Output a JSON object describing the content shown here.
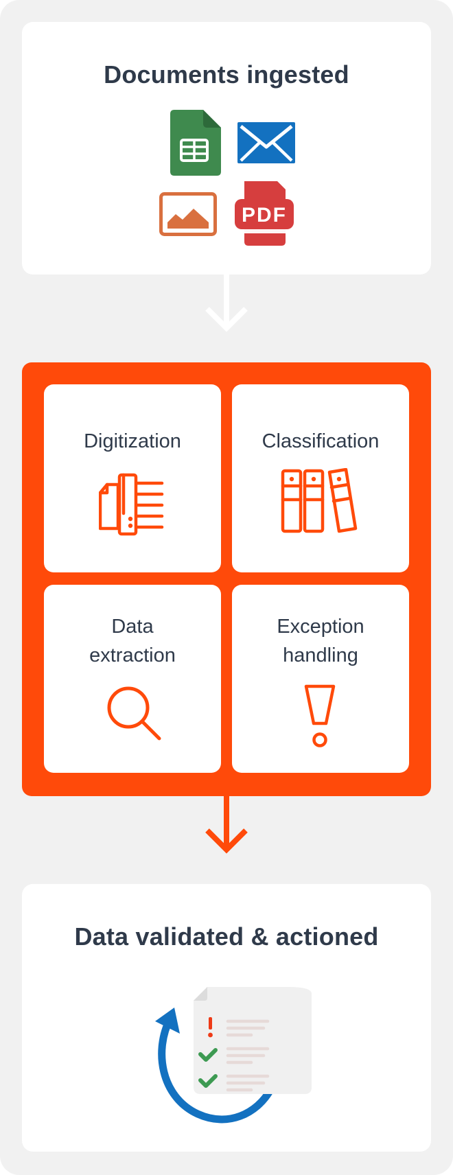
{
  "ingest": {
    "title": "Documents ingested",
    "file_icons": [
      "spreadsheet-icon",
      "email-icon",
      "image-icon",
      "pdf-icon"
    ],
    "pdf_label": "PDF"
  },
  "process": {
    "tiles": [
      {
        "lines": [
          "Digitization"
        ],
        "icon": "digitization-icon"
      },
      {
        "lines": [
          "Classification"
        ],
        "icon": "binders-icon"
      },
      {
        "lines": [
          "Data",
          "extraction"
        ],
        "icon": "magnifier-icon"
      },
      {
        "lines": [
          "Exception",
          "handling"
        ],
        "icon": "exclamation-icon"
      }
    ]
  },
  "result": {
    "title": "Data validated & actioned",
    "icon": "validated-document-icon"
  },
  "colors": {
    "background": "#f1f1f1",
    "accent": "#ff4a0a",
    "text": "#2f3a4a",
    "sheet_green": "#3f8a4e",
    "mail_blue": "#1371c0",
    "image_orange": "#d9703f",
    "pdf_red": "#d63e3e",
    "loop_blue": "#1371c0",
    "check_green": "#3d9a52",
    "alert_red": "#ee3a16"
  }
}
